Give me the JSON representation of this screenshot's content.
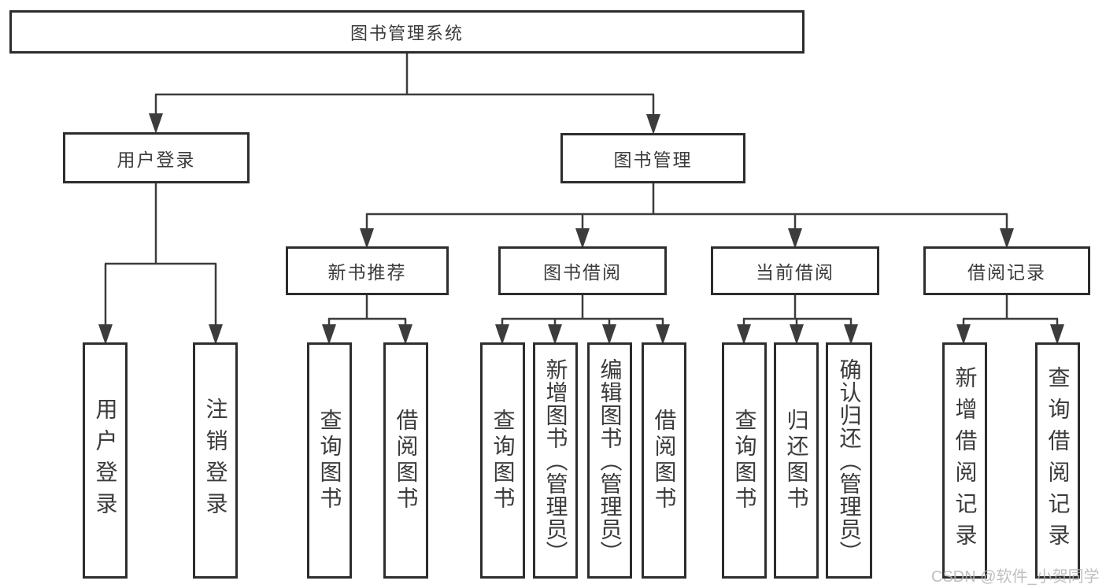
{
  "diagram": {
    "root": "图书管理系统",
    "branches": [
      {
        "label": "用户登录",
        "leaves": [
          "用户登录",
          "注销登录"
        ]
      },
      {
        "label": "图书管理",
        "sections": [
          {
            "label": "新书推荐",
            "leaves": [
              "查询图书",
              "借阅图书"
            ]
          },
          {
            "label": "图书借阅",
            "leaves": [
              "查询图书",
              "新增图书（管理员）",
              "编辑图书（管理员）",
              "借阅图书"
            ]
          },
          {
            "label": "当前借阅",
            "leaves": [
              "查询图书",
              "归还图书",
              "确认归还（管理员）"
            ]
          },
          {
            "label": "借阅记录",
            "leaves": [
              "新增借阅记录",
              "查询借阅记录"
            ]
          }
        ]
      }
    ]
  },
  "watermark": {
    "text": "CSDN @软件_小贺同学",
    "color": "#b5b5b5"
  },
  "colors": {
    "line": "#3c3c3c",
    "box_border": "#2d2d2d",
    "text": "#3b3b3b",
    "background": "#ffffff"
  }
}
